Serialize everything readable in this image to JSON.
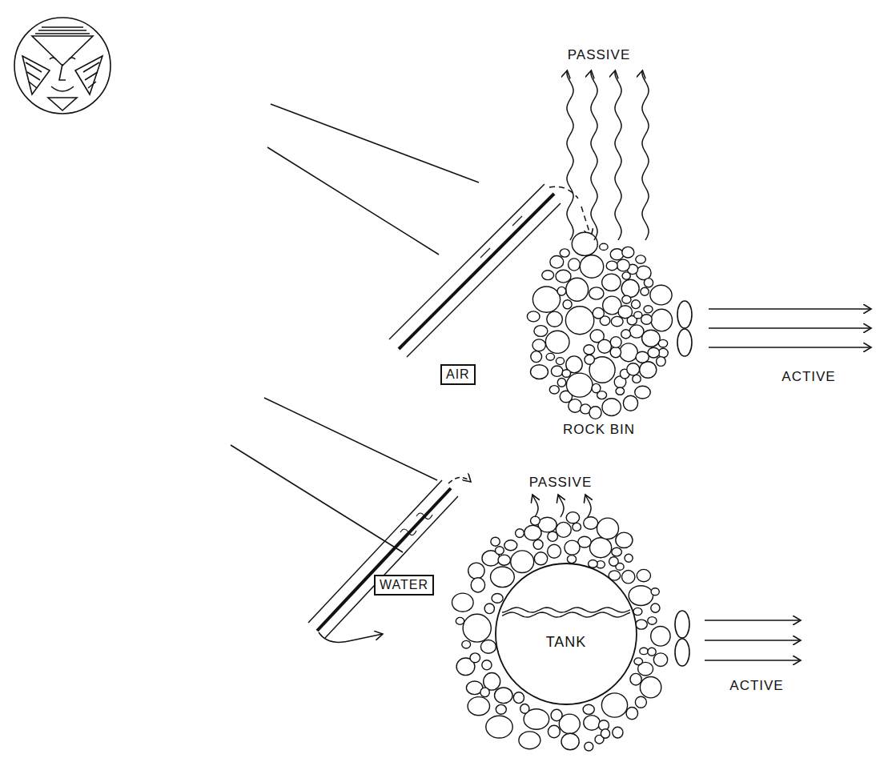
{
  "diagram": {
    "nodes": [
      {
        "text": [
          "AIR"
        ]
      },
      {
        "text": [
          "WATER"
        ]
      },
      {
        "text": [
          "TANK"
        ]
      }
    ],
    "labels": [
      "PASSIVE",
      "ACTIVE",
      "ROCK BIN",
      "PASSIVE",
      "ACTIVE"
    ]
  }
}
